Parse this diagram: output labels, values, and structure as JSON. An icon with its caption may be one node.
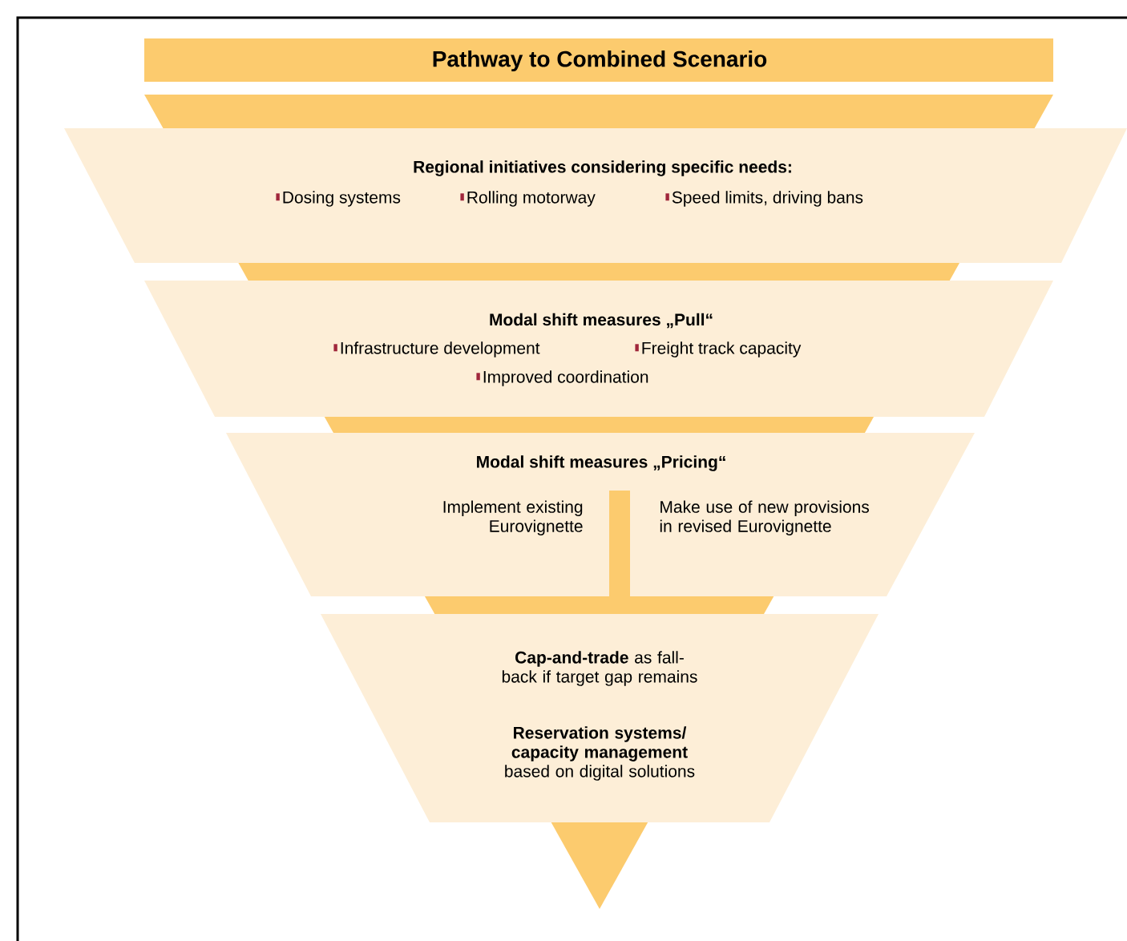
{
  "diagram": {
    "nodes": [
      {
        "text": [
          "Pathway to Combined Scenario"
        ]
      },
      {
        "text": [
          "Regional initiatives considering specific needs:",
          "Dosing systems",
          "Rolling motorway",
          "Speed limits, driving bans"
        ]
      },
      {
        "text": [
          "Modal shift measures „Pull“",
          "Infrastructure development",
          "Freight track capacity",
          "Improved coordination"
        ]
      },
      {
        "text": [
          "Modal shift measures „Pricing“",
          "Implement existing Eurovignette",
          "Make use of new provisions in revised Eurovignette"
        ]
      },
      {
        "text": [
          "**Cap-and-trade** as fall-back if target gap remains",
          "**Reservation systems/ capacity management** based on digital solutions"
        ]
      }
    ]
  }
}
